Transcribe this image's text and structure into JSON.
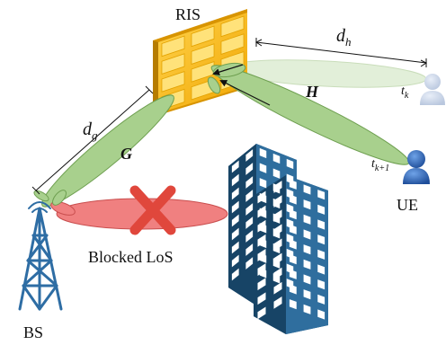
{
  "labels": {
    "ris": "RIS",
    "bs": "BS",
    "ue": "UE",
    "blocked_los": "Blocked LoS",
    "G": "G",
    "H": "H",
    "d_g": {
      "base": "d",
      "sub": "g"
    },
    "d_h": {
      "base": "d",
      "sub": "h"
    },
    "t_k": {
      "base": "t",
      "sub": "k"
    },
    "t_k1": {
      "base": "t",
      "sub": "k+1"
    }
  },
  "icons": {
    "bs": "cell-tower-icon",
    "ris": "reflecting-surface-icon",
    "ue_current": "user-icon",
    "ue_previous": "user-faded-icon",
    "blocked": "red-x-icon",
    "buildings": "building-icon"
  },
  "colors": {
    "beam_green": "#A8D08D",
    "beam_green_stroke": "#548235",
    "beam_faint": "#E2EFD9",
    "beam_red": "#F08080",
    "cross_red": "#E0473C",
    "ris_orange": "#F5B800",
    "ris_cell": "#FFE27A",
    "building_blue": "#1F5A85",
    "window_white": "#FFFFFF",
    "tower_blue": "#2E6DA4",
    "user_blue": "#2F63B6"
  }
}
